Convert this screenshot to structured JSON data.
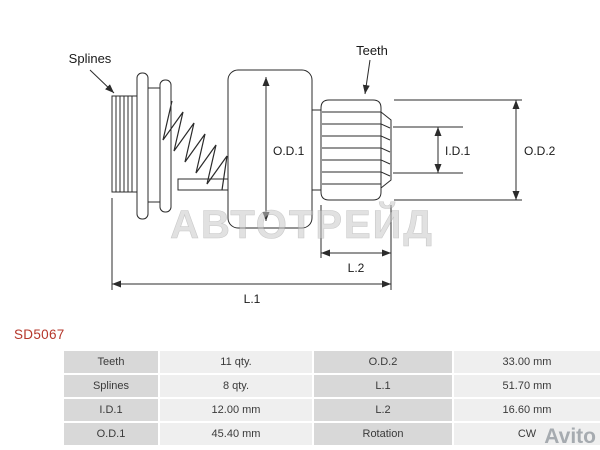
{
  "part_code": "SD5067",
  "diagram": {
    "callouts": {
      "splines": "Splines",
      "teeth": "Teeth"
    },
    "dimensions": {
      "od1": "O.D.1",
      "id1": "I.D.1",
      "od2": "O.D.2",
      "l1": "L.1",
      "l2": "L.2"
    },
    "watermark": "АВТОТРЕЙД"
  },
  "specs": {
    "rows": [
      {
        "param_left": "Teeth",
        "value_left": "11 qty.",
        "param_right": "O.D.2",
        "value_right": "33.00 mm"
      },
      {
        "param_left": "Splines",
        "value_left": "8 qty.",
        "param_right": "L.1",
        "value_right": "51.70 mm"
      },
      {
        "param_left": "I.D.1",
        "value_left": "12.00 mm",
        "param_right": "L.2",
        "value_right": "16.60 mm"
      },
      {
        "param_left": "O.D.1",
        "value_left": "45.40 mm",
        "param_right": "Rotation",
        "value_right": "CW"
      }
    ]
  },
  "site_watermark": "Avito",
  "colors": {
    "part_code_red": "#b5372b",
    "label_cell_bg": "#d8d8d8",
    "value_cell_bg": "#efefef",
    "line_color": "#2b2b2b"
  }
}
